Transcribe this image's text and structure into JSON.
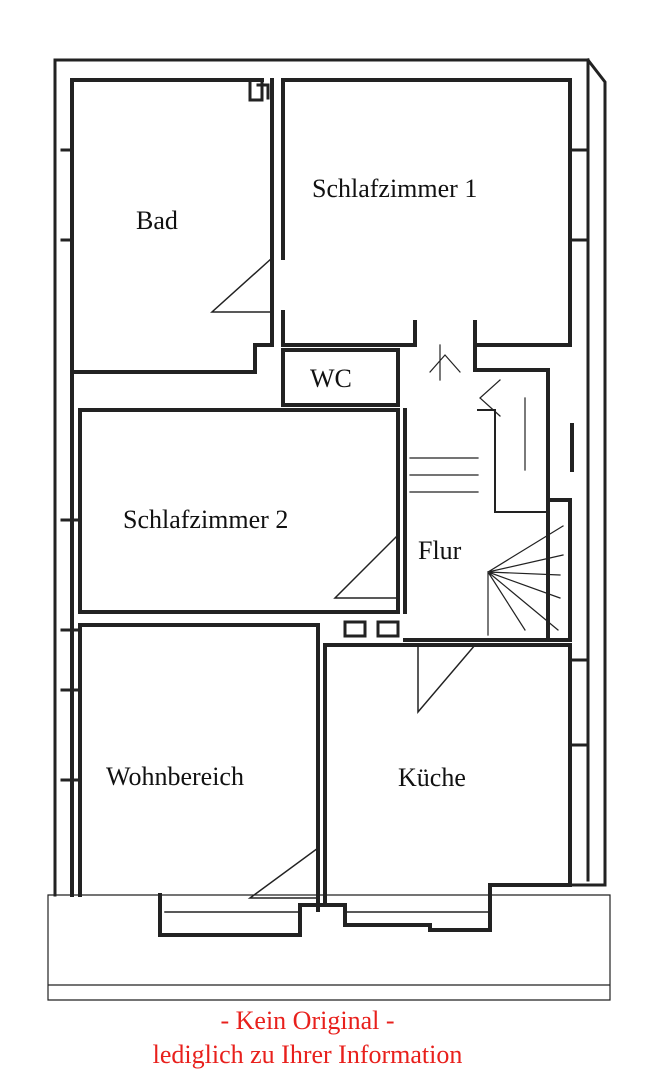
{
  "rooms": {
    "bad": "Bad",
    "schlafzimmer1": "Schlafzimmer 1",
    "wc": "WC",
    "schlafzimmer2": "Schlafzimmer 2",
    "flur": "Flur",
    "wohnbereich": "Wohnbereich",
    "kueche": "Küche"
  },
  "notice": {
    "line1": "- Kein Original -",
    "line2": "lediglich zu Ihrer Information"
  },
  "colors": {
    "wall": "#222222",
    "notice": "#e8201c"
  }
}
